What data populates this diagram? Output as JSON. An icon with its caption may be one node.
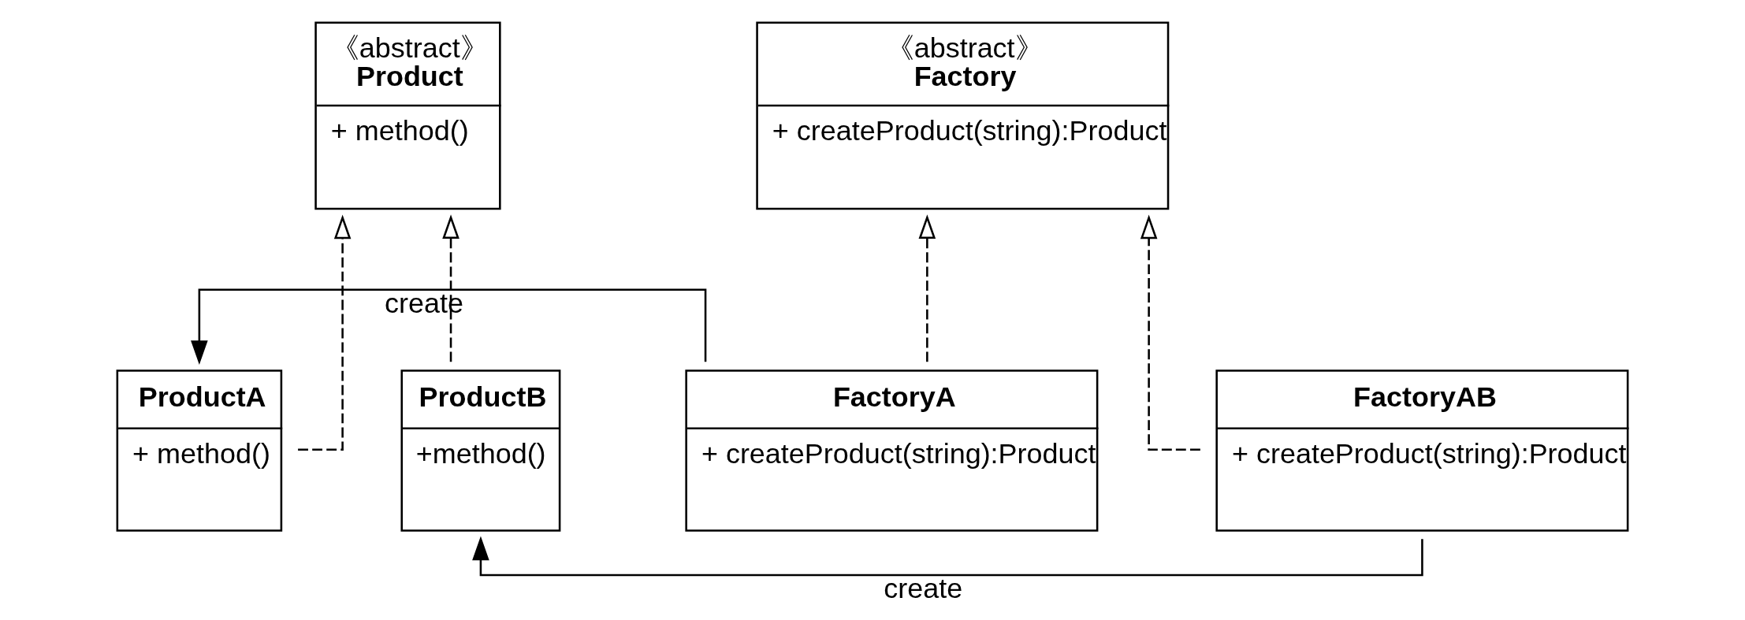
{
  "diagram": {
    "nodes": [
      {
        "text": [
          "《abstract》",
          "Product",
          "+ method()"
        ]
      },
      {
        "text": [
          "《abstract》",
          "Factory",
          "+ createProduct(string):Product"
        ]
      },
      {
        "text": [
          "ProductA",
          "+ method()"
        ]
      },
      {
        "text": [
          "ProductB",
          "+method()"
        ]
      },
      {
        "text": [
          "FactoryAB",
          "+ createProduct(string):Product"
        ]
      },
      {
        "text": [
          "FactoryA",
          "+ createProduct(string):Product"
        ]
      }
    ],
    "edges": [
      {
        "from": 2,
        "to": 0,
        "arrow": "to",
        "style": "dashed"
      },
      {
        "from": 3,
        "to": 0,
        "arrow": "to",
        "style": "dashed"
      },
      {
        "from": 4,
        "to": 1,
        "arrow": "to",
        "style": "dashed"
      },
      {
        "from": 5,
        "to": 1,
        "arrow": "to",
        "style": "dashed"
      },
      {
        "from": 4,
        "to": 3,
        "arrow": "to",
        "label": "create"
      },
      {
        "from": 5,
        "to": 2,
        "arrow": "to",
        "label": "create"
      }
    ]
  }
}
